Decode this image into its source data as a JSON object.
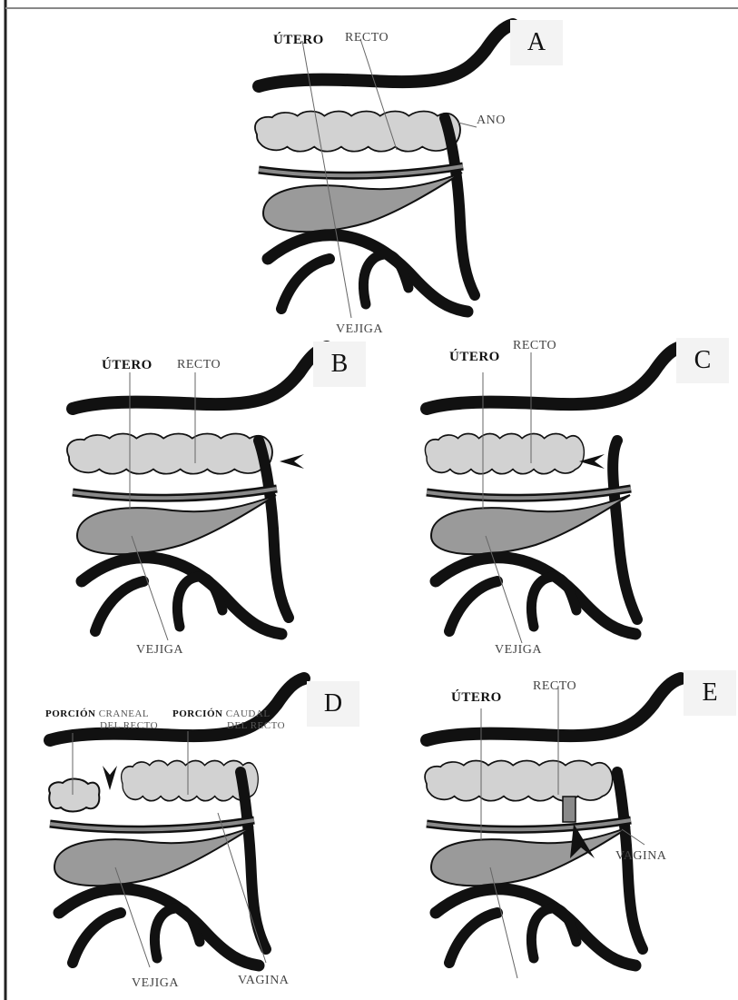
{
  "panels": {
    "a": {
      "letter": "A",
      "utero": "ÚTERO",
      "recto": "RECTO",
      "ano": "ANO",
      "vejiga": "VEJIGA"
    },
    "b": {
      "letter": "B",
      "utero": "ÚTERO",
      "recto": "RECTO",
      "vejiga": "VEJIGA"
    },
    "c": {
      "letter": "C",
      "utero": "ÚTERO",
      "recto": "RECTO",
      "vejiga": "VEJIGA"
    },
    "d": {
      "letter": "D",
      "porcion1": "PORCIÓN",
      "craneal": "CRANEAL",
      "del_recto1": "DEL RECTO",
      "porcion2": "PORCIÓN",
      "caudal": "CAUDAL",
      "del_recto2": "DEL RECTO",
      "vejiga": "VEJIGA",
      "vagina": "VAGINA"
    },
    "e": {
      "letter": "E",
      "utero": "ÚTERO",
      "recto": "RECTO",
      "vagina": "VAGINA"
    }
  },
  "colors": {
    "outline": "#111111",
    "organ_fill": "#d2d2d2",
    "bladder_fill": "#9a9a9a",
    "label_line": "#666666",
    "letter_bg": "#f3f3f3"
  }
}
